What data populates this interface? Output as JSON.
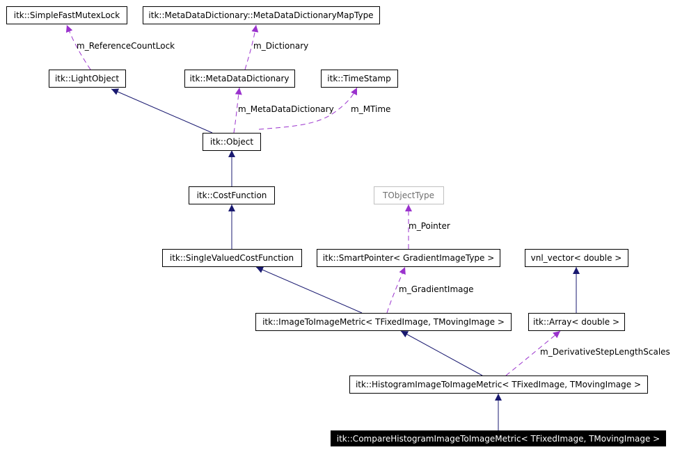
{
  "colors": {
    "inherit_edge": "#191970",
    "usage_edge": "#9a32cd",
    "node_border": "#000000",
    "ghost_border": "#bfbfbf",
    "highlight_fill": "#000000"
  },
  "nodes": {
    "mutex": "itk::SimpleFastMutexLock",
    "mapType": "itk::MetaDataDictionary::MetaDataDictionaryMapType",
    "lightObject": "itk::LightObject",
    "metaDict": "itk::MetaDataDictionary",
    "timeStamp": "itk::TimeStamp",
    "object": "itk::Object",
    "costFunction": "itk::CostFunction",
    "tObjectType": "TObjectType",
    "singleValued": "itk::SingleValuedCostFunction",
    "smartPointer": "itk::SmartPointer< GradientImageType >",
    "vnlVector": "vnl_vector< double >",
    "imageToImage": "itk::ImageToImageMetric< TFixedImage, TMovingImage >",
    "array": "itk::Array< double >",
    "histogram": "itk::HistogramImageToImageMetric< TFixedImage, TMovingImage >",
    "compare": "itk::CompareHistogramImageToImageMetric< TFixedImage, TMovingImage >"
  },
  "edge_labels": {
    "referenceCountLock": "m_ReferenceCountLock",
    "dictionary": "m_Dictionary",
    "metaDataDictionary": "m_MetaDataDictionary",
    "mTime": "m_MTime",
    "pointer": "m_Pointer",
    "gradientImage": "m_GradientImage",
    "derivativeStepLengthScales": "m_DerivativeStepLengthScales"
  }
}
